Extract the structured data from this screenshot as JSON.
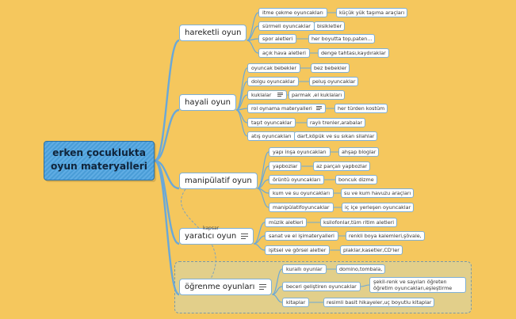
{
  "root": {
    "line1": "erken çocuklukta",
    "line2": "oyun materyalleri"
  },
  "colors": {
    "background": "#f5c75d",
    "root_fill": "#4da3e0",
    "link": "#6aa8d8",
    "boundary_fill": "#e2cf8a"
  },
  "topics": {
    "hareketli": {
      "label": "hareketli oyun",
      "items": [
        {
          "label": "itme çekme oyuncakları",
          "child": "küçük yük taşıma araçları"
        },
        {
          "label": "sürmeli oyuncaklar",
          "child": "bisikletler"
        },
        {
          "label": "spor aletleri",
          "child": "her boyutta top,paten..."
        },
        {
          "label": "açık hava aletleri",
          "child": "denge tahtası,kaydıraklar"
        }
      ]
    },
    "hayali": {
      "label": "hayali oyun",
      "items": [
        {
          "label": "oyuncak bebekler",
          "child": "bez bebekler"
        },
        {
          "label": "dolgu oyuncaklar",
          "child": "peluş oyuncaklar"
        },
        {
          "label": "kuklalar",
          "child": "parmak ,el kuklaları"
        },
        {
          "label": "rol oynama materyalleri",
          "child": "her türden kostüm"
        },
        {
          "label": "taşıt oyuncaklar",
          "child": "raylı trenler,arabalar"
        },
        {
          "label": "atış oyuncakları",
          "child": "dart,köpük ve su sıkan silahlar"
        }
      ]
    },
    "manipulatif": {
      "label": "manipülatif oyun",
      "items": [
        {
          "label": "yapı inşa oyuncakları",
          "child": "ahşap bloglar"
        },
        {
          "label": "yapbozlar",
          "child": "az parçalı yapbozlar"
        },
        {
          "label": "örüntü oyuncakları",
          "child": "boncuk dizme"
        },
        {
          "label": "kum ve su oyuncakları",
          "child": "su ve kum havuzu araçları"
        },
        {
          "label": "manipülatifoyuncaklar",
          "child": "iç içe yerleşen oyuncaklar"
        }
      ]
    },
    "yaratici": {
      "label": "yaratıcı oyun",
      "items": [
        {
          "label": "müzik aletleri",
          "child": "ksilofonlar,tüm ritim aletleri"
        },
        {
          "label": "sanat ve el işimateryalleri",
          "child": "renkli boya kalemleri,şövale,"
        },
        {
          "label": "işitsel ve görsel aletler",
          "child": "plaklar,kasetler,CD'ler"
        }
      ]
    },
    "ogrenme": {
      "label": "öğrenme oyunları",
      "items": [
        {
          "label": "kurallı oyunlar",
          "child": "domino,tombala,"
        },
        {
          "label": "beceri geliştiren oyuncaklar",
          "child": "şekil-renk ve sayıları öğreten öğretim oyuncakları,eşleştirme"
        },
        {
          "label": "kitaplar",
          "child": "resimli basit hikayeler,uç boyutlu kitaplar"
        }
      ]
    }
  },
  "relationship_label": "kapsar"
}
